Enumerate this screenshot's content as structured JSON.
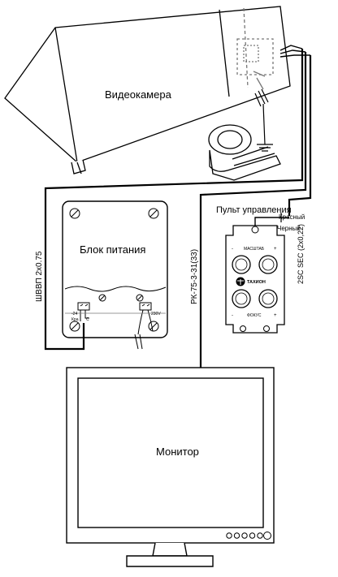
{
  "camera": {
    "label": "Видеокамера"
  },
  "psu": {
    "label": "Блок питания",
    "terminals": {
      "left": "-24",
      "right": "230V",
      "tag_left": "Кра",
      "tag_right": "С"
    }
  },
  "controller": {
    "label": "Пульт управления",
    "zoom": {
      "label": "МАСШТАБ",
      "minus": "-",
      "plus": "+"
    },
    "focus": {
      "label": "ФОКУС",
      "minus": "-",
      "plus": "+"
    },
    "brand": "ТАХИОН",
    "wire_red": "Красный",
    "wire_black": "Черный"
  },
  "monitor": {
    "label": "Монитор",
    "button_count": 5
  },
  "cables": {
    "power": "ШВВП 2х0.75",
    "video": "РК-75-3-31(33)",
    "control": "2SC SEC (2х0,22)"
  },
  "colors": {
    "line": "#000000",
    "background": "#ffffff",
    "dim": "#777777"
  }
}
